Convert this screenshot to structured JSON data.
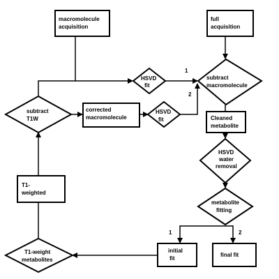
{
  "nodes": {
    "macromolecule_acquisition": {
      "lines": [
        "macromolecule",
        "acquisition"
      ]
    },
    "full_acquisition": {
      "lines": [
        "full",
        "acquisition"
      ]
    },
    "subtract_t1w": {
      "lines": [
        "subtract",
        "T1W"
      ]
    },
    "corrected_macromolecule": {
      "lines": [
        "corrected",
        "macromolecule"
      ]
    },
    "hsvd_fit_top": {
      "lines": [
        "HSVD",
        "fit"
      ]
    },
    "hsvd_fit_mid": {
      "lines": [
        "HSVD",
        "fit"
      ]
    },
    "subtract_macromolecule": {
      "lines": [
        "subtract",
        "macromolecule"
      ]
    },
    "cleaned_metabolite": {
      "lines": [
        "Cleaned",
        "metabolite"
      ]
    },
    "hsvd_water_removal": {
      "lines": [
        "HSVD",
        "water",
        "removal"
      ]
    },
    "t1_weighted": {
      "lines": [
        "T1-",
        "weighted"
      ]
    },
    "metabolite_fitting": {
      "lines": [
        "metabolite",
        "fitting"
      ]
    },
    "initial_fit": {
      "lines": [
        "initial",
        "fit"
      ]
    },
    "final_fit": {
      "lines": [
        "final fit"
      ]
    },
    "t1_weight_metabolites": {
      "lines": [
        "T1-weight",
        "metabolites"
      ]
    }
  },
  "edge_labels": {
    "to_subtract_1": "1",
    "to_subtract_2": "2",
    "to_initial_1": "1",
    "to_final_2": "2"
  }
}
